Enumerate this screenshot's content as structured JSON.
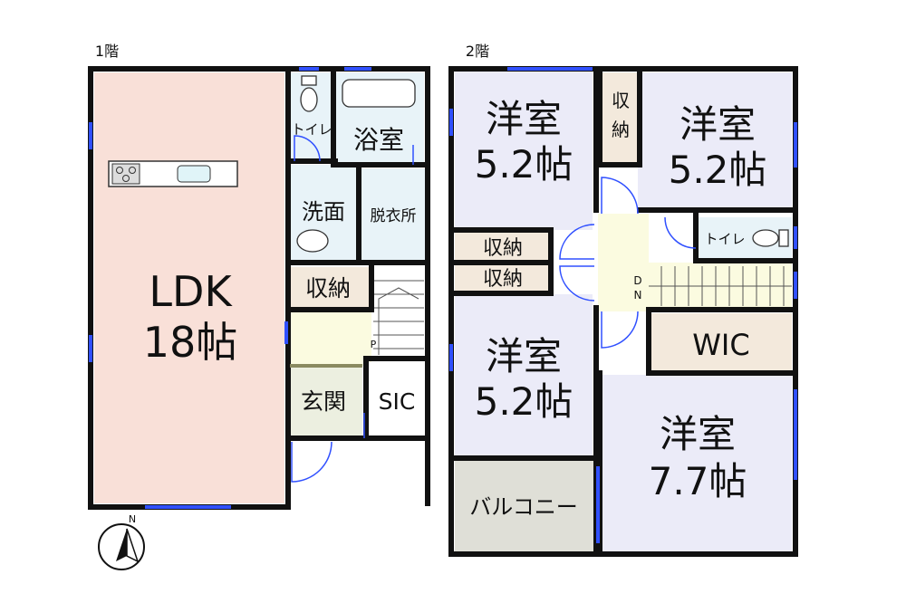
{
  "floors": {
    "first": {
      "label": "1階",
      "rooms": {
        "ldk_name": "LDK",
        "ldk_size": "18帖",
        "toilet": "トイレ",
        "bath": "浴室",
        "washroom": "洗面",
        "dressing": "脱衣所",
        "storage": "収納",
        "entrance": "玄関",
        "sic": "SIC"
      },
      "marks": {
        "p": "P"
      }
    },
    "second": {
      "label": "2階",
      "rooms": {
        "western_nw_name": "洋室",
        "western_nw_size": "5.2帖",
        "western_ne_name": "洋室",
        "western_ne_size": "5.2帖",
        "western_sw_name": "洋室",
        "western_sw_size": "5.2帖",
        "western_se_name": "洋室",
        "western_se_size": "7.7帖",
        "storage_top": "収",
        "storage_bottom": "納",
        "storage_a": "収納",
        "storage_b": "収納",
        "toilet": "トイレ",
        "wic": "WIC",
        "balcony": "バルコニー"
      },
      "marks": {
        "down_d": "D",
        "down_n": "N"
      }
    }
  },
  "compass": {
    "label": "N"
  },
  "colors": {
    "ldk": "#f9e0d8",
    "western": "#ebebf8",
    "wet": "#e8f3f8",
    "corridor": "#fbfbe0",
    "storage": "#f3e9dc",
    "balcony": "#dfdfd7",
    "wall": "#111111",
    "window": "#3050ff"
  }
}
